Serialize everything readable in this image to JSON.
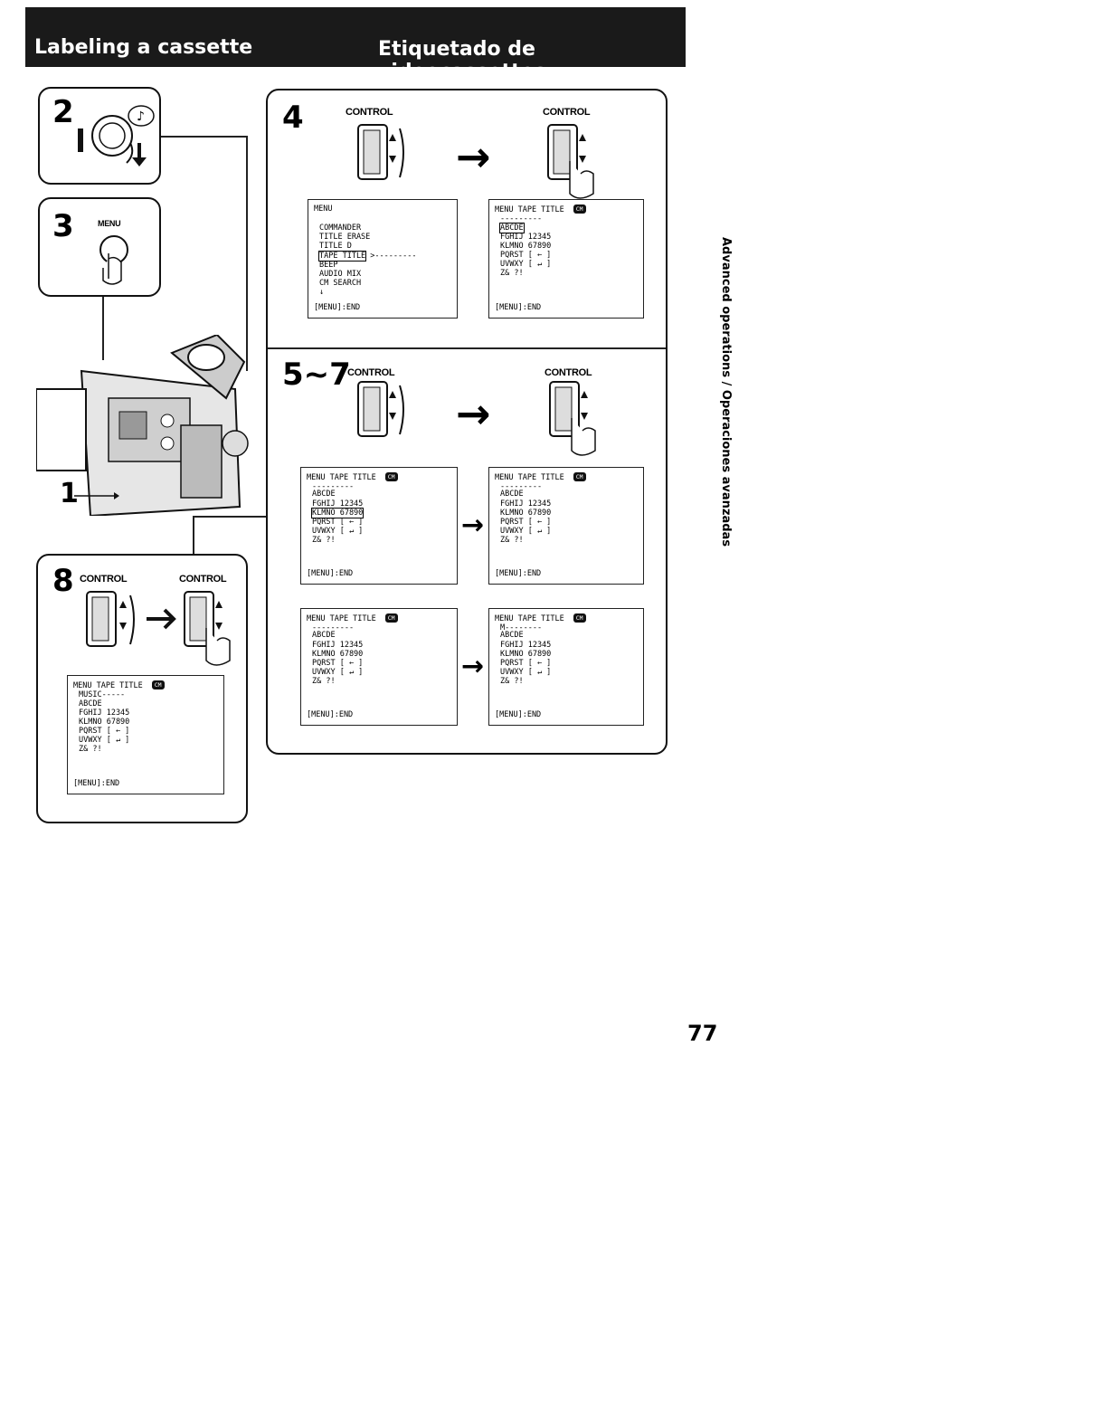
{
  "header": {
    "left_title": "Labeling a cassette",
    "right_title": "Etiquetado de videocassettes"
  },
  "steps": {
    "s1": "1",
    "s2": "2",
    "s3": "3",
    "s3_label": "MENU",
    "s4": "4",
    "s57": "5~7",
    "s8": "8"
  },
  "control_label": "CONTROL",
  "menu_screen": {
    "title": "MENU",
    "items": [
      "COMMANDER",
      "TITLE ERASE",
      "TITLE D",
      "TAPE TITLE",
      "BEEP",
      "AUDIO MIX",
      "CM SEARCH"
    ],
    "more": "↓",
    "footer": "[MENU]:END"
  },
  "tape_title": {
    "title": "MENU TAPE TITLE",
    "badge": "CM",
    "rows": [
      "ABCDE",
      "FGHIJ 12345",
      "KLMNO 67890",
      "PQRST [ ← ]",
      "UVWXY [ ↵ ]",
      "Z& ?!"
    ],
    "footer": "[MENU]:END",
    "entry_blank": "---------",
    "entry_m": "M--------",
    "entry_music": "MUSIC-----"
  },
  "side_text": "Advanced operations / Operaciones avanzadas",
  "page_number": "77"
}
